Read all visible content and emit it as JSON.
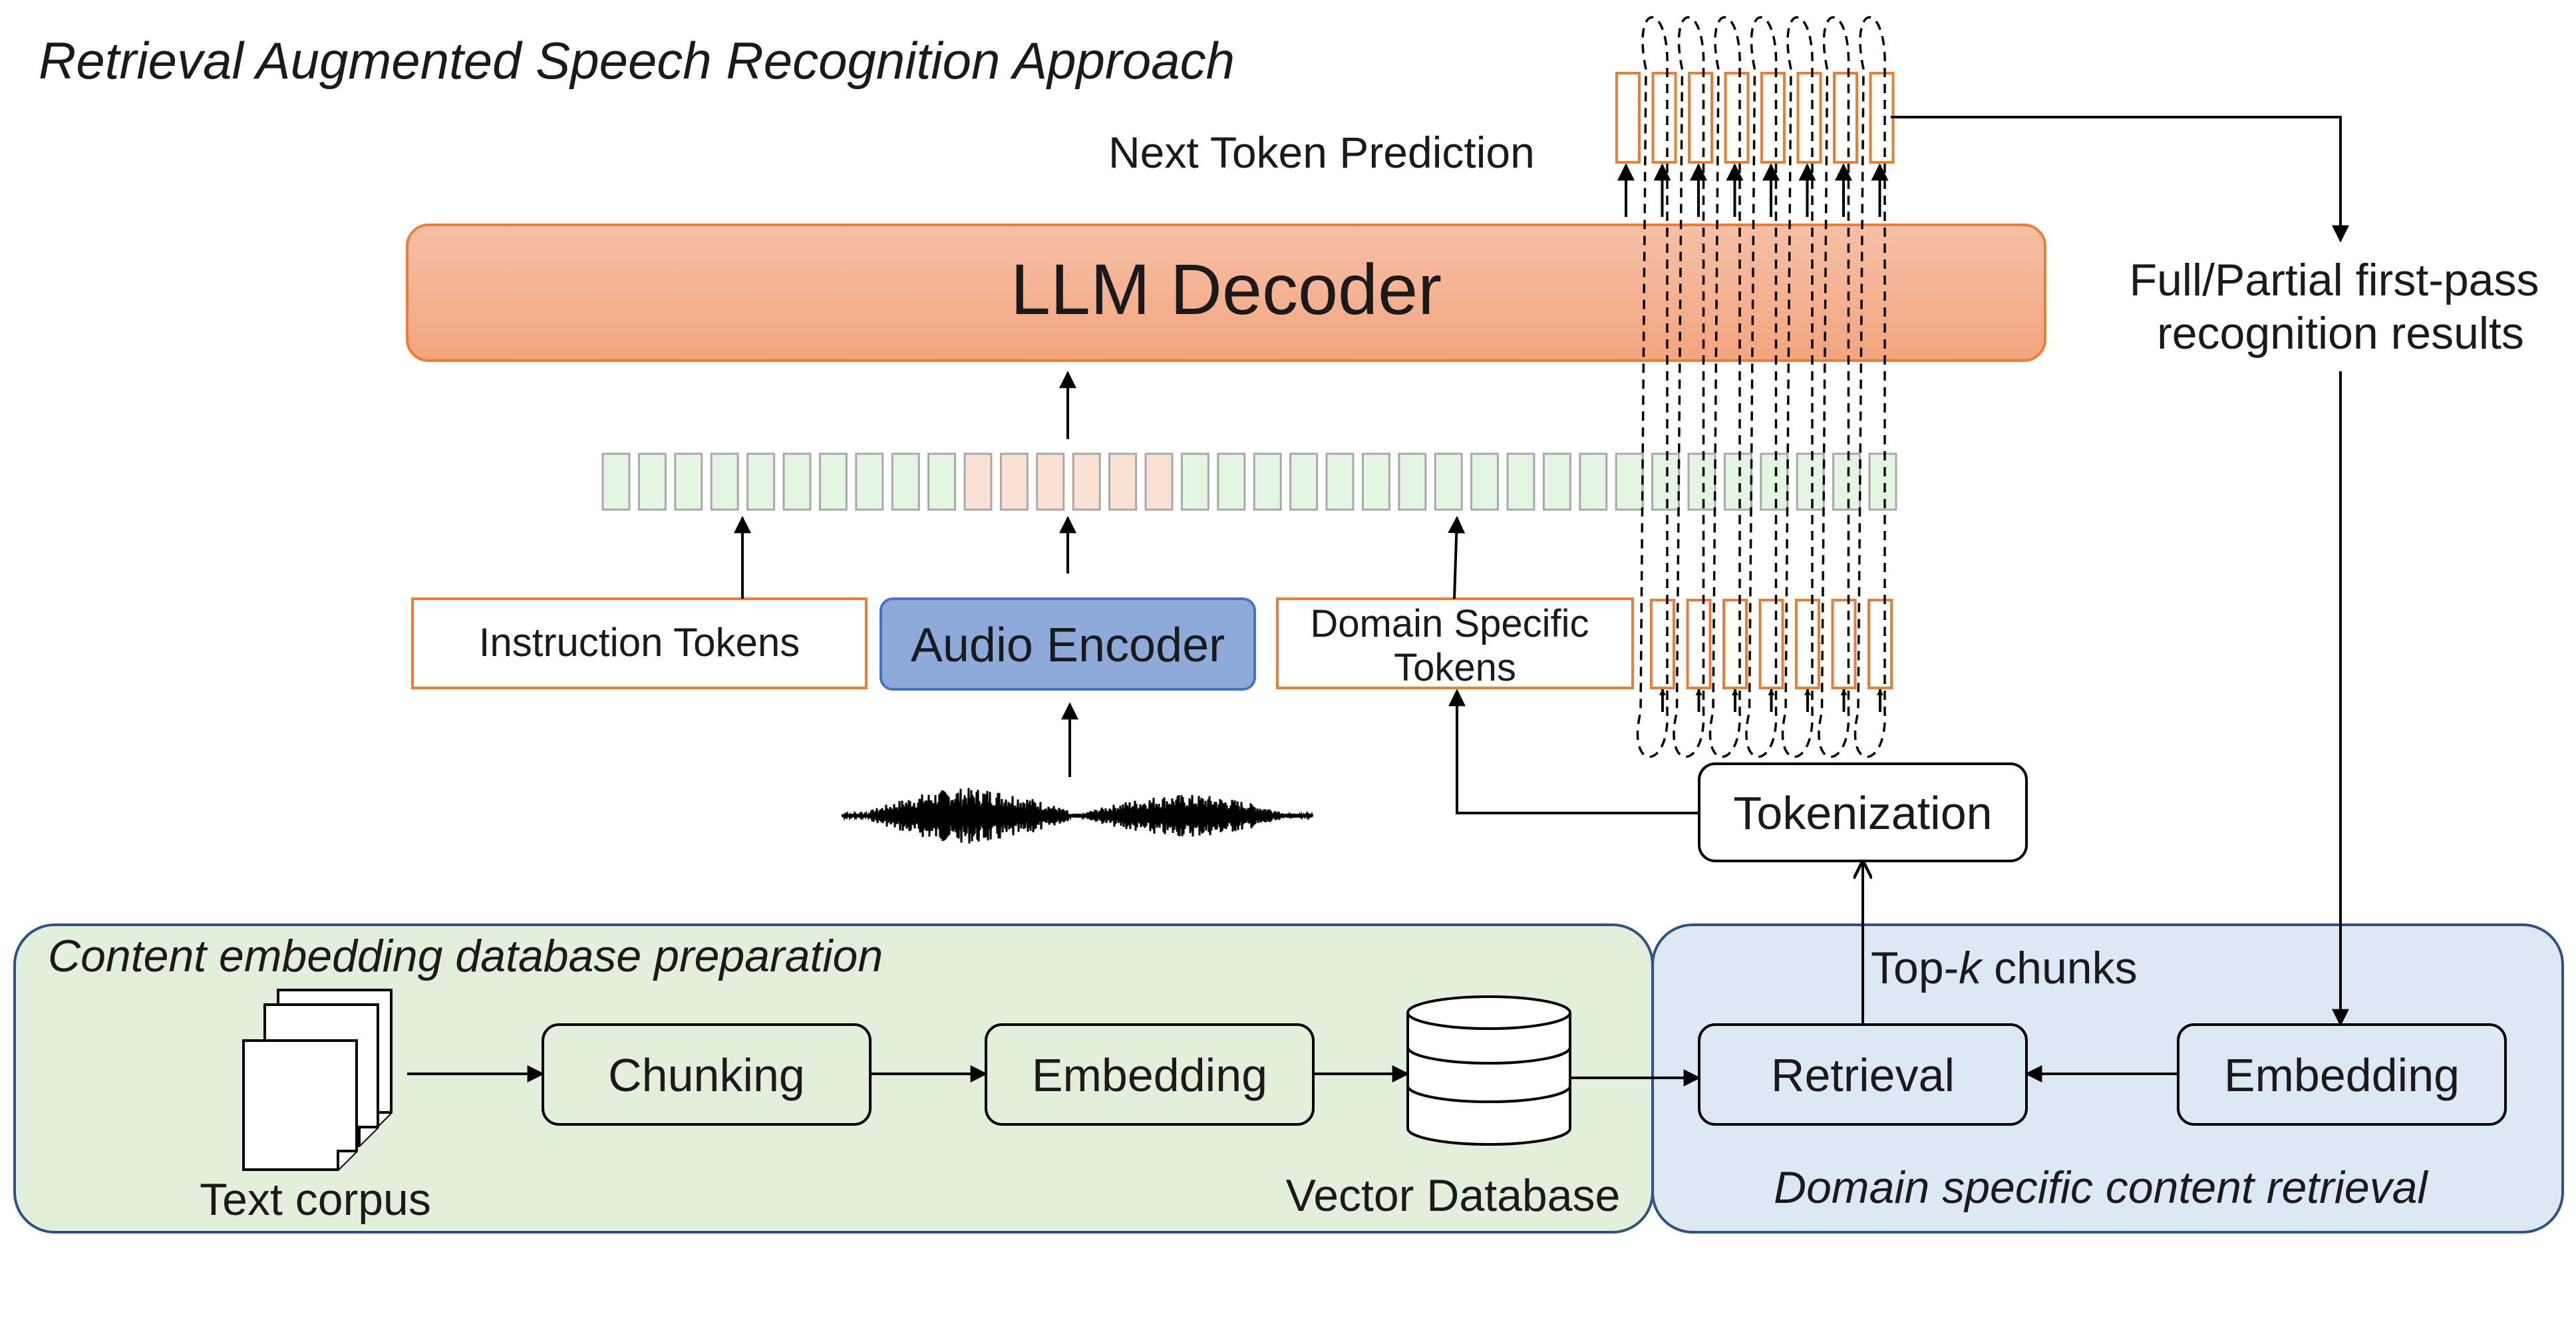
{
  "title": "Retrieval Augmented Speech Recognition Approach",
  "decoder": {
    "label": "LLM Decoder",
    "next_token_label": "Next Token Prediction",
    "input_tokens": {
      "instruction_count": 10,
      "audio_count": 6,
      "domain_count": 20
    },
    "output_token_count": 8,
    "domain_input_token_count": 7
  },
  "inputs": {
    "instruction": "Instruction Tokens",
    "audio_encoder": "Audio Encoder",
    "domain_tokens_line1": "Domain Specific",
    "domain_tokens_line2": "Tokens"
  },
  "first_pass": {
    "line1": "Full/Partial first-pass",
    "line2": "recognition results"
  },
  "tokenization": "Tokenization",
  "top_k": {
    "prefix": "Top-",
    "k": "k",
    "suffix": " chunks"
  },
  "prep": {
    "title": "Content embedding database preparation",
    "text_corpus": "Text corpus",
    "chunking": "Chunking",
    "embedding": "Embedding",
    "vector_database": "Vector Database"
  },
  "retrieval": {
    "title": "Domain specific content retrieval",
    "retrieval": "Retrieval",
    "embedding": "Embedding"
  },
  "colors": {
    "prep_panel": "#e2efda",
    "retrieval_panel": "#dde8f5",
    "panel_border": "#2f5286",
    "decoder_top": "#f6c0a6",
    "decoder_bottom": "#f3a57e",
    "decoder_border": "#ed7d31",
    "audio_encoder_fill": "#8eaadb",
    "audio_encoder_border": "#4472c4",
    "token_green": "#e2f6e2",
    "token_orange": "#fbe1d3",
    "token_border": "#a9a9a9",
    "orange_outline": "#ed7d31"
  }
}
